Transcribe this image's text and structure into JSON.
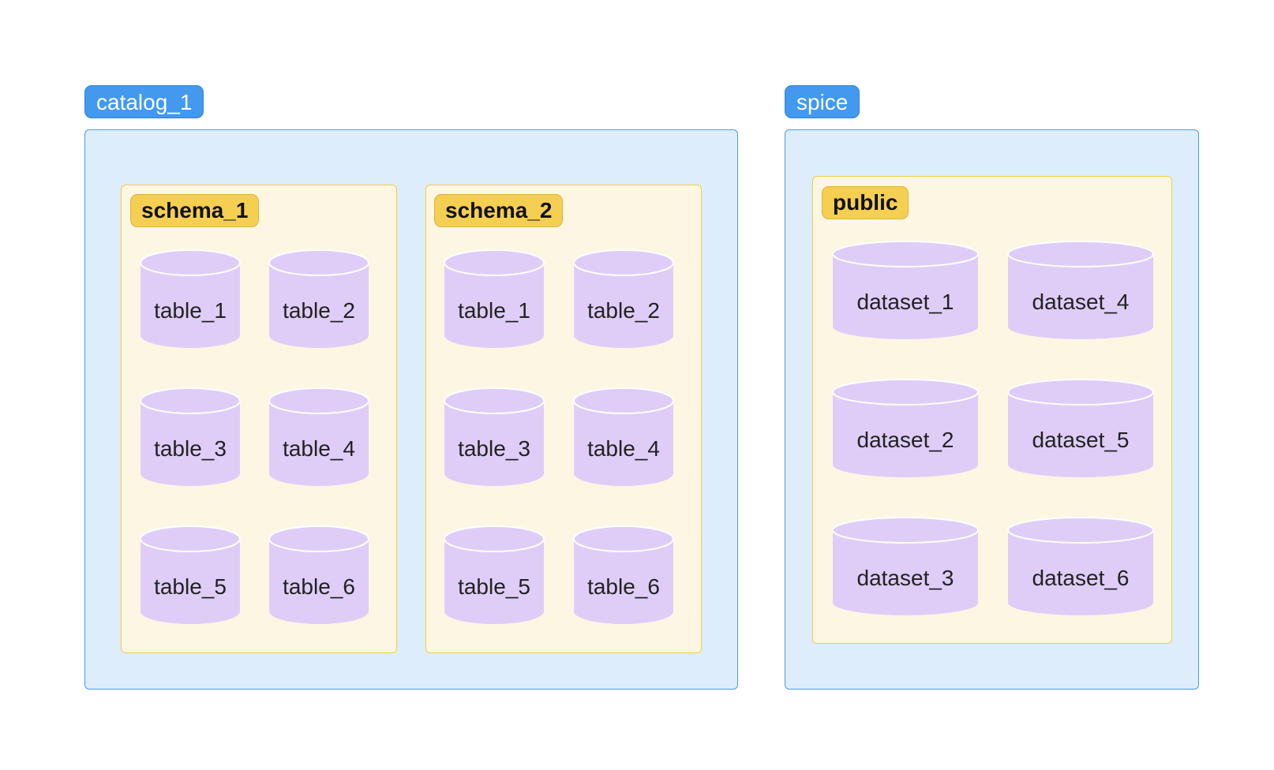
{
  "catalogs": [
    {
      "label": "catalog_1",
      "schemas": [
        {
          "label": "schema_1",
          "items": [
            "table_1",
            "table_2",
            "table_3",
            "table_4",
            "table_5",
            "table_6"
          ]
        },
        {
          "label": "schema_2",
          "items": [
            "table_1",
            "table_2",
            "table_3",
            "table_4",
            "table_5",
            "table_6"
          ]
        }
      ]
    },
    {
      "label": "spice",
      "schemas": [
        {
          "label": "public",
          "items": [
            "dataset_1",
            "dataset_4",
            "dataset_2",
            "dataset_5",
            "dataset_3",
            "dataset_6"
          ]
        }
      ]
    }
  ],
  "colors": {
    "catalog_fill": "#deedfb",
    "catalog_border": "#4a9be9",
    "catalog_label": "#4299ee",
    "schema_fill": "#fdf6e3",
    "schema_border": "#f2cc4e",
    "schema_label": "#f5cf52",
    "cylinder_fill": "#dfcdf8",
    "cylinder_rim": "#ffffff"
  }
}
